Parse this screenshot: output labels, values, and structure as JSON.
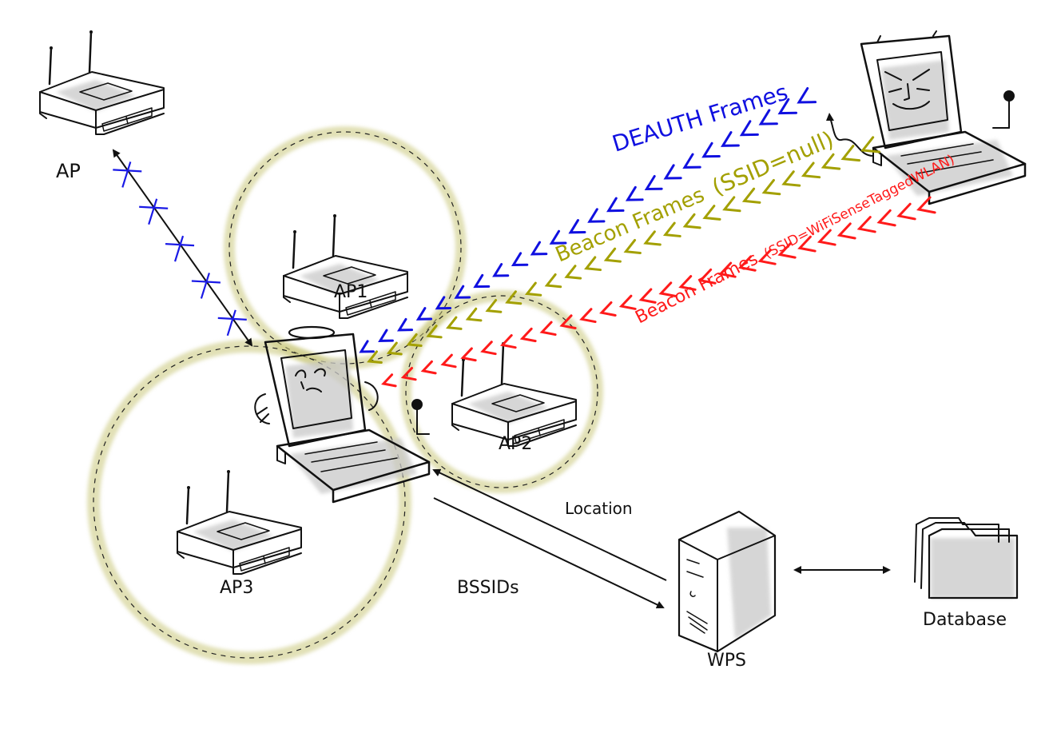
{
  "diagram": {
    "title": "Wi-Fi Sense attack scenario",
    "colors": {
      "deauth": "#1010e0",
      "beacon_null": "#a3a000",
      "beacon_tagged": "#ff1a1a",
      "coverage": "#c9c77a",
      "ink": "#111111",
      "blocked_marks": "#1a1ae6"
    },
    "nodes": {
      "ap": {
        "label": "AP"
      },
      "ap1": {
        "label": "AP1"
      },
      "ap2": {
        "label": "AP2"
      },
      "ap3": {
        "label": "AP3"
      },
      "victim": {
        "label": "",
        "icon": "angel-laptop-icon"
      },
      "attacker": {
        "label": "",
        "icon": "devil-laptop-icon"
      },
      "wps": {
        "label": "WPS"
      },
      "database": {
        "label": "Database"
      }
    },
    "frames": {
      "deauth": {
        "label": "DEAUTH Frames",
        "chevrons": 24
      },
      "beacon_null": {
        "label": "Beacon Frames",
        "param": "(SSID=null)",
        "chevrons": 26
      },
      "beacon_tagged": {
        "label": "Beacon Frames",
        "param": "(SSID=WiFiSenseTaggedWLAN)",
        "chevrons": 28
      }
    },
    "edges": {
      "ap_link": {
        "label": "",
        "blocked_marks": 5
      },
      "bssids": {
        "label": "BSSIDs"
      },
      "location": {
        "label": "Location"
      },
      "wps_db": {
        "label": ""
      }
    }
  }
}
